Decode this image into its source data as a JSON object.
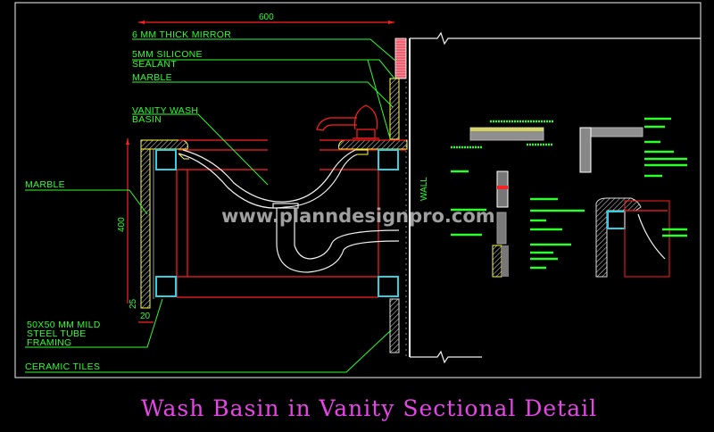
{
  "drawing": {
    "title": "Wash Basin in Vanity Sectional Detail",
    "watermark": "www.planndesignpro.com",
    "colors": {
      "background": "#000000",
      "labels": "#2cff2c",
      "dimensions": "#ff2020",
      "title": "#e845e8",
      "steel_tube": "#30d0e0",
      "marble": "#ffff40"
    },
    "dimensions": {
      "width": "600",
      "height": "400",
      "bottom_offset": "25",
      "marble_thickness": "20"
    },
    "labels": {
      "mirror": "6 MM THICK MIRROR",
      "sealant_1": "5MM SILICONE",
      "sealant_2": "SEALANT",
      "marble_top": "MARBLE",
      "basin_1": "VANITY WASH",
      "basin_2": "BASIN",
      "marble_left": "MARBLE",
      "tube_1": "50X50 MM MILD",
      "tube_2": "STEEL TUBE",
      "tube_3": "FRAMING",
      "tiles": "CERAMIC TILES",
      "wall": "WALL"
    }
  }
}
